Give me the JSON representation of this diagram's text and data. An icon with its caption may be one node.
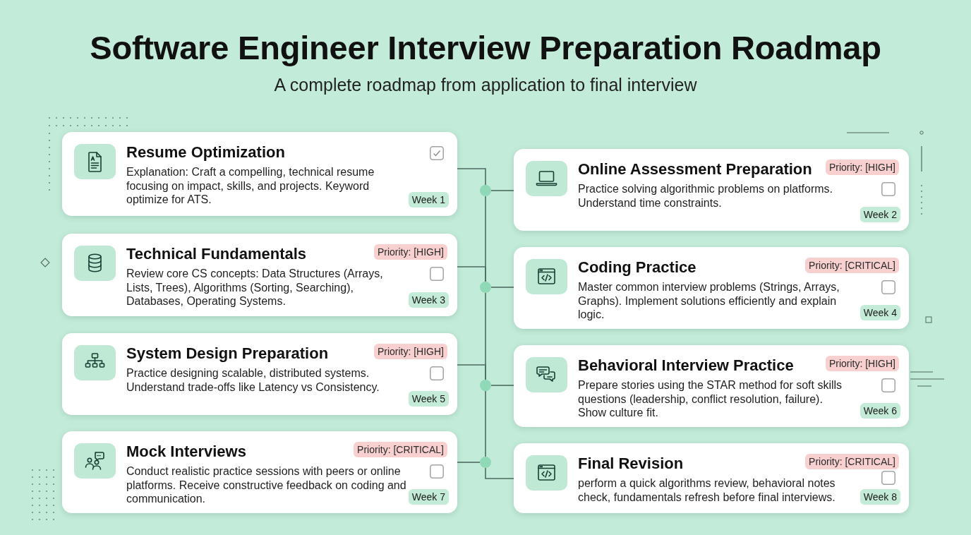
{
  "diagram": {
    "title": "Software Engineer Interview Preparation Roadmap",
    "nodes": [
      {
        "text": [
          "Resume Optimization",
          "Explanation: Craft a compelling, technical resume focusing on impact, skills, and projects. Keyword optimize for ATS.",
          "Week 1"
        ]
      },
      {
        "text": [
          "Online Assessment Preparation",
          "Practice solving algorithmic problems on platforms. Understand time constraints.",
          "Priority: [HIGH]",
          "Week 2"
        ]
      },
      {
        "text": [
          "Technical Fundamentals",
          "Review core CS concepts: Data Structures (Arrays, Lists, Trees), Algorithms (Sorting, Searching), Databases, Operating Systems.",
          "Priority: [HIGH]",
          "Week 3"
        ]
      },
      {
        "text": [
          "Coding Practice",
          "Master common interview problems (Strings, Arrays, Graphs). Implement solutions efficiently and explain logic.",
          "Priority: [CRITICAL]",
          "Week 4"
        ]
      },
      {
        "text": [
          "System Design Preparation",
          "Practice designing scalable, distributed systems. Understand trade-offs like Latency vs Consistency.",
          "Priority: [HIGH]",
          "Week 5"
        ]
      },
      {
        "text": [
          "Behavioral Interview Practice",
          "Prepare stories using the STAR method for soft skills questions (leadership, conflict resolution, failure). Show culture fit.",
          "Priority: [HIGH]",
          "Week 6"
        ]
      },
      {
        "text": [
          "Mock Interviews",
          "Conduct realistic practice sessions with peers or online platforms. Receive constructive feedback on coding and communication.",
          "Priority: [CRITICAL]",
          "Week 7"
        ]
      },
      {
        "text": [
          "Final Revision",
          "perform a quick algorithms review, behavioral notes check, fundamentals refresh before final interviews.",
          "Priority: [CRITICAL]",
          "Week 8"
        ]
      },
      {
        "text": [],
        "shape": "circle"
      },
      {
        "text": [],
        "shape": "circle"
      },
      {
        "text": [],
        "shape": "circle"
      },
      {
        "text": [],
        "shape": "circle"
      }
    ],
    "edges": [
      {
        "from": 0,
        "to": 8,
        "arrow": "none"
      },
      {
        "from": 8,
        "to": 1,
        "arrow": "none"
      },
      {
        "from": 8,
        "to": 9,
        "arrow": "none"
      },
      {
        "from": 2,
        "to": 9,
        "arrow": "none"
      },
      {
        "from": 9,
        "to": 3,
        "arrow": "none"
      },
      {
        "from": 9,
        "to": 10,
        "arrow": "none"
      },
      {
        "from": 4,
        "to": 10,
        "arrow": "none"
      },
      {
        "from": 10,
        "to": 5,
        "arrow": "none"
      },
      {
        "from": 10,
        "to": 11,
        "arrow": "none"
      },
      {
        "from": 6,
        "to": 11,
        "arrow": "none"
      },
      {
        "from": 11,
        "to": 7,
        "arrow": "none"
      }
    ],
    "labels": [
      "A complete roadmap from application to final interview"
    ]
  }
}
